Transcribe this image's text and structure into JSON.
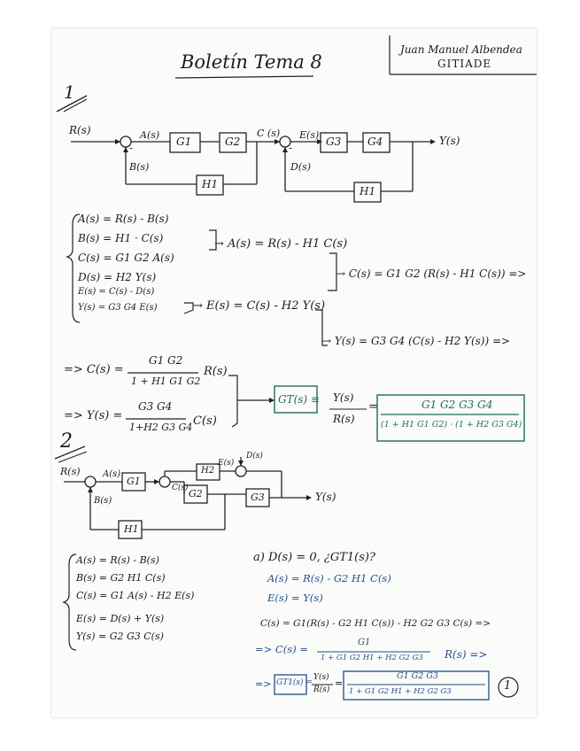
{
  "header": {
    "title": "Boletín Tema 8",
    "author": "Juan Manuel Albendea",
    "course": "GITIADE",
    "page_number": "1"
  },
  "problem1": {
    "number": "1",
    "diagram": {
      "input": "R(s)",
      "A": "A(s)",
      "B": "B(s)",
      "C": "C (s)",
      "E": "E(s)",
      "D": "D(s)",
      "output": "Y(s)",
      "G1": "G1",
      "G2": "G2",
      "G3": "G3",
      "G4": "G4",
      "H1": "H1",
      "H2": "H1",
      "minus1": "-",
      "minus2": "-"
    },
    "eqs": [
      "A(s) = R(s) - B(s)",
      "B(s) = H1 · C(s)",
      "C(s) = G1 G2 A(s)",
      "D(s) = H2 Y(s)",
      "E(s) = C(s) - D(s)",
      "Y(s) = G3 G4 E(s)"
    ],
    "step_a": "→ A(s) = R(s) - H1 C(s)",
    "step_c": "→ C(s) = G1 G2 (R(s) - H1 C(s)) =>",
    "step_e": "→ E(s) = C(s) - H2 Y(s)",
    "step_y": "→ Y(s) = G3 G4 (C(s) - H2 Y(s)) =>",
    "c_prefix": "=> C(s) =",
    "c_num": "G1 G2",
    "c_den": "1 + H1 G1 G2",
    "c_suffix": "R(s)",
    "y_prefix": "=> Y(s) =",
    "y_num": "G3 G4",
    "y_den": "1+H2 G3 G4",
    "y_suffix": "C(s)",
    "gt": "GT(s) ≡",
    "gt_num": "Y(s)",
    "gt_den": "R(s)",
    "gt_eq": "=",
    "final_num": "G1 G2 G3 G4",
    "final_den": "(1 + H1 G1 G2) · (1 + H2 G3 G4)"
  },
  "problem2": {
    "number": "2",
    "diagram": {
      "input": "R(s)",
      "A": "A(s)",
      "B": "B(s)",
      "C": "C(s)",
      "E": "E(s)",
      "D": "D(s)",
      "output": "Y(s)",
      "G1": "G1",
      "G2": "G2",
      "G3": "G3",
      "H1": "H1",
      "H2": "H2"
    },
    "eqs": [
      "A(s) = R(s) - B(s)",
      "B(s) = G2 H1 C(s)",
      "C(s) = G1 A(s) - H2 E(s)",
      "E(s) = D(s) + Y(s)",
      "Y(s) = G2 G3 C(s)"
    ],
    "part_a": "a) D(s) = 0, ¿GT1(s)?",
    "blue": [
      "A(s) = R(s) - G2 H1 C(s)",
      "E(s) = Y(s)",
      "C(s) = G1(R(s) - G2 H1 C(s)) - H2 G2 G3 C(s) =>"
    ],
    "c_prefix": "=> C(s) =",
    "c_num": "G1",
    "c_den": "1 + G1 G2 H1 + H2 G2 G3",
    "c_suffix": "R(s) =>",
    "gt_prefix": "=>",
    "gt": "GT1(s) =",
    "gt_num": "Y(s)",
    "gt_den": "R(s)",
    "gt_eq": "=",
    "final_num": "G1 G2 G3",
    "final_den": "1 + G1 G2 H1 + H2 G2 G3"
  }
}
